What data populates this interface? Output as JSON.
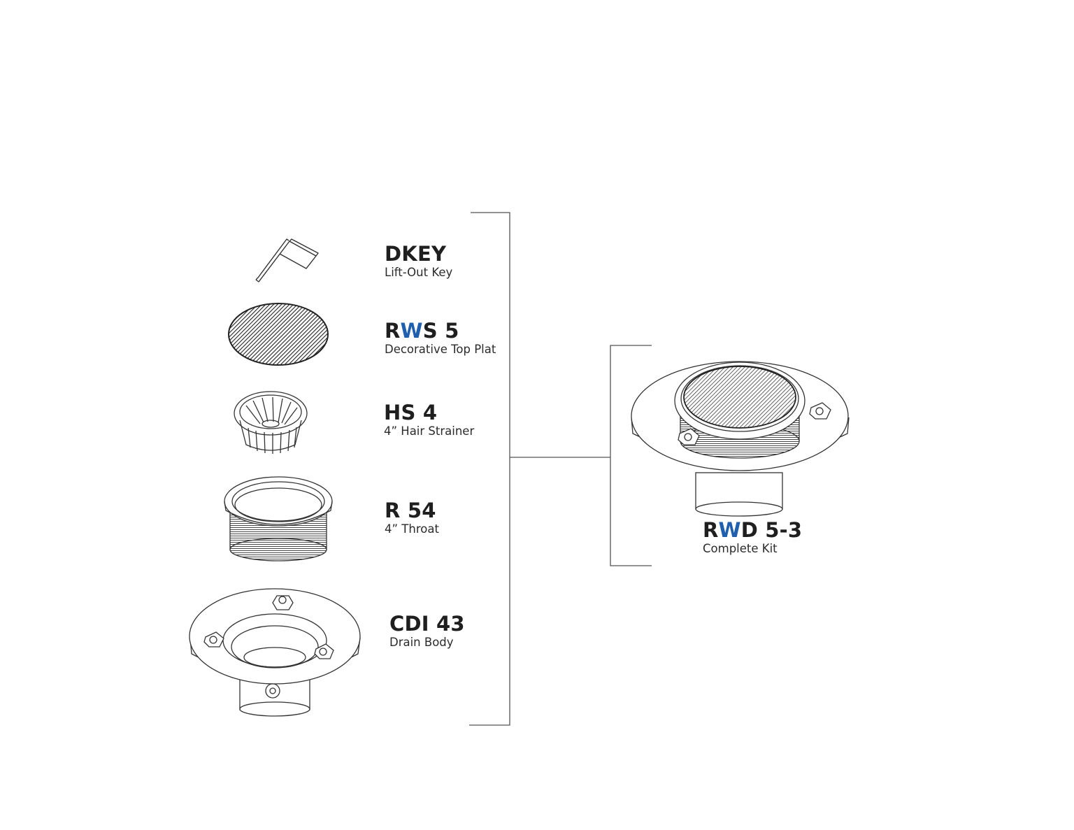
{
  "parts": [
    {
      "code_pre": "DKEY",
      "code_accent": "",
      "code_post": "",
      "description": "Lift-Out Key",
      "icon": "lift-key-icon"
    },
    {
      "code_pre": "R",
      "code_accent": "W",
      "code_post": "S 5",
      "description": "Decorative Top Plat",
      "icon": "top-plate-icon"
    },
    {
      "code_pre": "HS 4",
      "code_accent": "",
      "code_post": "",
      "description": "4” Hair Strainer",
      "icon": "hair-strainer-icon"
    },
    {
      "code_pre": "R 54",
      "code_accent": "",
      "code_post": "",
      "description": "4” Throat",
      "icon": "throat-icon"
    },
    {
      "code_pre": "CDI 43",
      "code_accent": "",
      "code_post": "",
      "description": "Drain Body",
      "icon": "drain-body-icon"
    }
  ],
  "kit": {
    "code_pre": "R",
    "code_accent": "W",
    "code_post": "D 5-3",
    "description": "Complete Kit",
    "icon": "complete-kit-icon"
  },
  "colors": {
    "text": "#1f1f1f",
    "accent": "#1f5fae",
    "line": "#555555"
  }
}
